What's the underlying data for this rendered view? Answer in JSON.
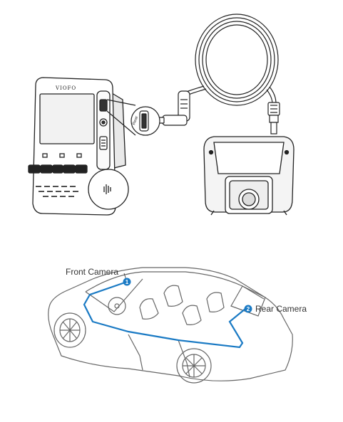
{
  "device": {
    "brand": "VIOFO",
    "rear_port_label": "Rear"
  },
  "labels": {
    "front_camera": "Front Camera",
    "rear_camera": "Rear Camera",
    "badge_1": "1",
    "badge_2": "2"
  },
  "colors": {
    "line": "#222222",
    "route": "#1a7ac4",
    "badge": "#1a7ac4",
    "screen": "#f2f2f2",
    "car_outline": "#666666"
  }
}
